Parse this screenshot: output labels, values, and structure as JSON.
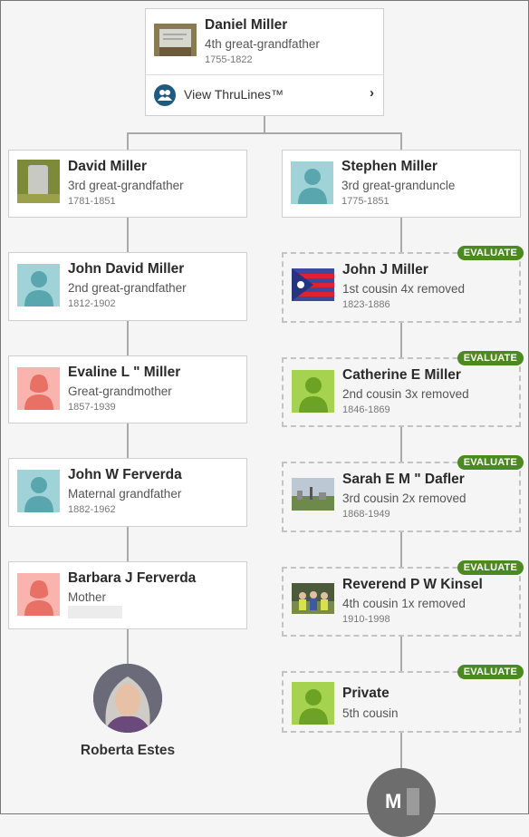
{
  "colors": {
    "evaluate_badge": "#4a8a21",
    "male_silhouette_bg": "#9fd3d8",
    "male_silhouette_fg": "#5aa6ae",
    "female_silhouette_bg": "#f8b4ad",
    "female_silhouette_fg": "#e87064",
    "green_silhouette_bg": "#a6d34f",
    "green_silhouette_fg": "#6ca325",
    "connector_line": "#a9a9a9"
  },
  "ancestor": {
    "name": "Daniel Miller",
    "relationship": "4th great-grandfather",
    "dates": "1755-1822",
    "photo_icon": "gravestone-photo",
    "thrulines_label": "View ThruLines™"
  },
  "left_line": [
    {
      "name": "David Miller",
      "relationship": "3rd great-grandfather",
      "dates": "1781-1851",
      "photo_icon": "gravestone-photo"
    },
    {
      "name": "John David Miller",
      "relationship": "2nd great-grandfather",
      "dates": "1812-1902",
      "photo_icon": "male-silhouette"
    },
    {
      "name": "Evaline L \" Miller",
      "relationship": "Great-grandmother",
      "dates": "1857-1939",
      "photo_icon": "female-silhouette"
    },
    {
      "name": "John W Ferverda",
      "relationship": "Maternal grandfather",
      "dates": "1882-1962",
      "photo_icon": "male-silhouette"
    },
    {
      "name": "Barbara J Ferverda",
      "relationship": "Mother",
      "dates": "",
      "photo_icon": "female-silhouette"
    }
  ],
  "home_person": {
    "name": "Roberta Estes",
    "photo_icon": "profile-photo"
  },
  "right_line": [
    {
      "name": "Stephen Miller",
      "relationship": "3rd great-granduncle",
      "dates": "1775-1851",
      "photo_icon": "male-silhouette",
      "badge": ""
    },
    {
      "name": "John J Miller",
      "relationship": "1st cousin 4x removed",
      "dates": "1823-1886",
      "photo_icon": "ohio-flag-photo",
      "badge": "EVALUATE"
    },
    {
      "name": "Catherine E Miller",
      "relationship": "2nd cousin 3x removed",
      "dates": "1846-1869",
      "photo_icon": "green-silhouette",
      "badge": "EVALUATE"
    },
    {
      "name": "Sarah E M \" Dafler",
      "relationship": "3rd cousin 2x removed",
      "dates": "1868-1949",
      "photo_icon": "cemetery-photo",
      "badge": "EVALUATE"
    },
    {
      "name": "Reverend P W Kinsel",
      "relationship": "4th cousin 1x removed",
      "dates": "1910-1998",
      "photo_icon": "group-photo",
      "badge": "EVALUATE"
    },
    {
      "name": "Private",
      "relationship": "5th cousin",
      "dates": "",
      "photo_icon": "green-silhouette",
      "badge": "EVALUATE"
    }
  ],
  "match": {
    "initial": "M",
    "photo_icon": "initial-avatar"
  }
}
